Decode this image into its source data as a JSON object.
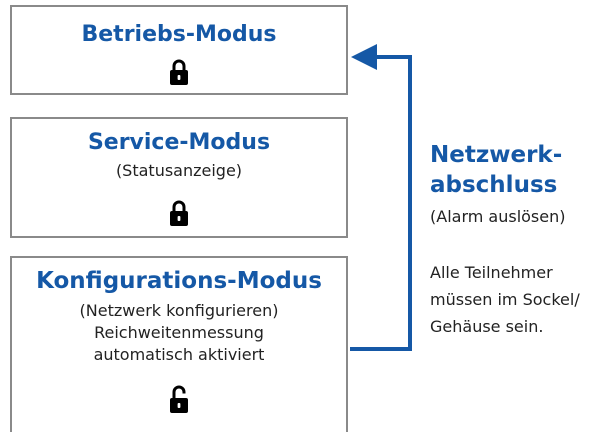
{
  "colors": {
    "accent": "#1558a6",
    "text": "#222222",
    "border": "#8a8a8a"
  },
  "boxes": {
    "betrieb": {
      "title": "Betriebs-Modus",
      "lock_icon": "padlock-closed-icon"
    },
    "service": {
      "title": "Service-Modus",
      "subtitle": "(Statusanzeige)",
      "lock_icon": "padlock-closed-icon"
    },
    "konfig": {
      "title": "Konfigurations-Modus",
      "lines": [
        "(Netzwerk konfigurieren)",
        "Reichweitenmessung",
        "automatisch aktiviert"
      ],
      "lock_icon": "padlock-open-icon"
    }
  },
  "side": {
    "title_line1": "Netzwerk-",
    "title_line2": "abschluss",
    "subtitle": "(Alarm auslösen)",
    "note_lines": [
      "Alle Teilnehmer",
      "müssen im Sockel/",
      "Gehäuse sein."
    ]
  }
}
